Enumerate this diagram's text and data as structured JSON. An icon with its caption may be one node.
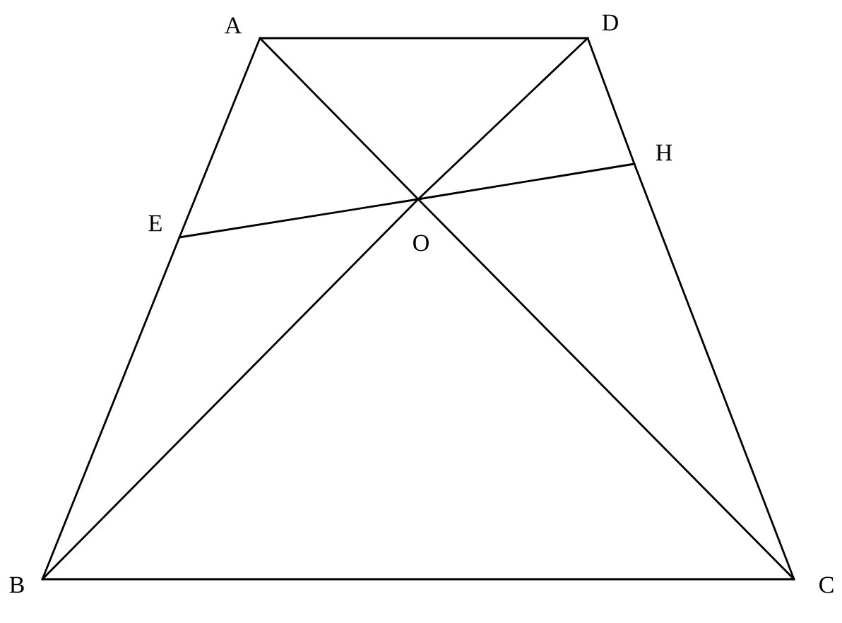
{
  "diagram": {
    "nodes": [
      {
        "text": [
          "A"
        ]
      },
      {
        "text": [
          "D"
        ]
      },
      {
        "text": [
          "H"
        ]
      },
      {
        "text": [
          "O"
        ]
      },
      {
        "text": [
          "E"
        ]
      },
      {
        "text": [
          "B"
        ]
      },
      {
        "text": [
          "C"
        ]
      }
    ],
    "edges": [
      {
        "from": 0,
        "to": 1,
        "arrow": "none"
      },
      {
        "from": 0,
        "to": 4,
        "arrow": "none"
      },
      {
        "from": 4,
        "to": 5,
        "arrow": "none"
      },
      {
        "from": 1,
        "to": 2,
        "arrow": "none"
      },
      {
        "from": 2,
        "to": 6,
        "arrow": "none"
      },
      {
        "from": 5,
        "to": 6,
        "arrow": "none"
      },
      {
        "from": 0,
        "to": 3,
        "arrow": "none"
      },
      {
        "from": 3,
        "to": 6,
        "arrow": "none"
      },
      {
        "from": 1,
        "to": 3,
        "arrow": "none"
      },
      {
        "from": 3,
        "to": 5,
        "arrow": "none"
      },
      {
        "from": 4,
        "to": 3,
        "arrow": "none"
      },
      {
        "from": 3,
        "to": 2,
        "arrow": "none"
      }
    ]
  }
}
